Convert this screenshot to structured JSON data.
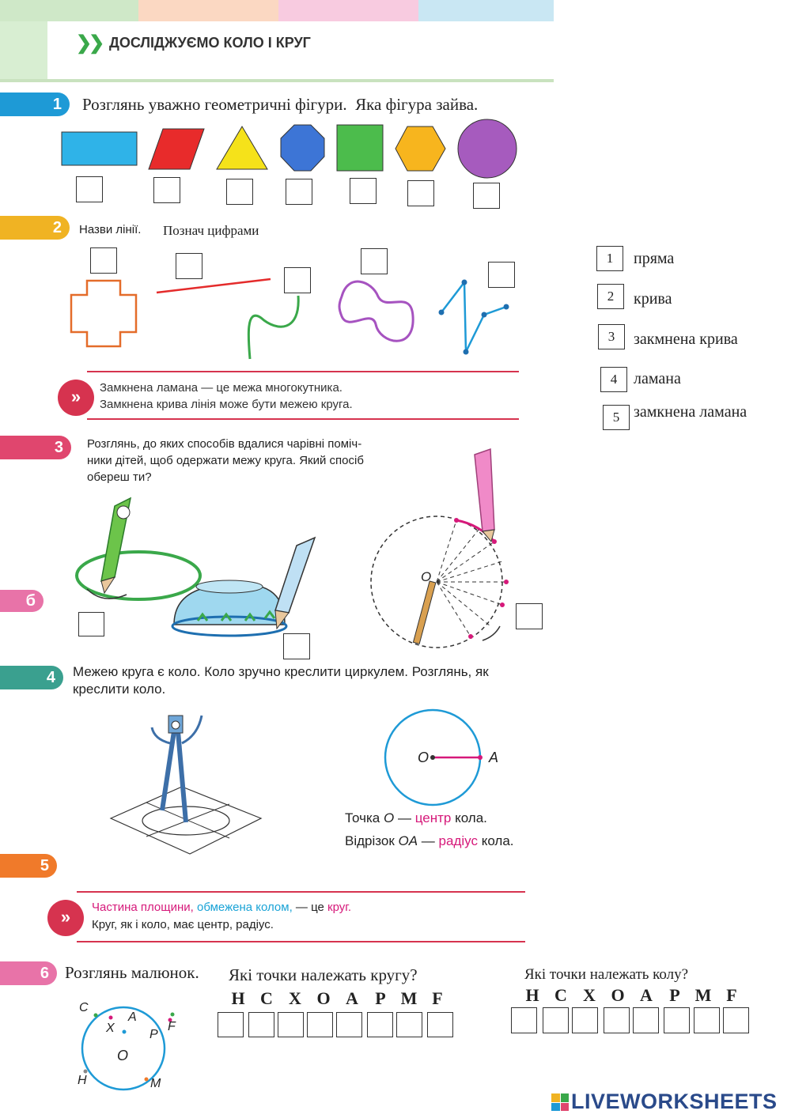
{
  "header": {
    "title": "ДОСЛІДЖУЄМО КОЛО І КРУГ"
  },
  "task1": {
    "number": "1",
    "prompt": "Розглянь уважно геометричні фігури.",
    "question": "Яка фігура зайва."
  },
  "task2": {
    "number": "2",
    "prompt": "Назви лінії.",
    "instruction": "Познач цифрами"
  },
  "legend": [
    {
      "num": "1",
      "label": "пряма"
    },
    {
      "num": "2",
      "label": "крива"
    },
    {
      "num": "3",
      "label": "закмнена крива"
    },
    {
      "num": "4",
      "label": "ламана"
    },
    {
      "num": "5",
      "label": "замкнена ламана"
    }
  ],
  "rule1": {
    "line1": "Замкнена ламана — це межа многокутника.",
    "line2": "Замкнена крива лінія може бути межею круга."
  },
  "task3": {
    "number": "3",
    "line1": "Розглянь, до яких способів вдалися чарівні поміч-",
    "line2": "ники дітей, щоб одержати межу круга. Який спосіб",
    "line3": "обереш ти?",
    "center_label": "O"
  },
  "tab_b": "б",
  "task4": {
    "number": "4",
    "line1": "Межею круга є коло. Коло зручно креслити циркулем. Розглянь, як",
    "line2": "креслити коло.",
    "point_o": "O",
    "point_a": "A",
    "def1_pre": "Точка",
    "def1_o": "O",
    "def1_dash": "—",
    "def1_term": "центр",
    "def1_post": "кола.",
    "def2_pre": "Відрізок",
    "def2_oa": "OA",
    "def2_dash": "—",
    "def2_term": "радіус",
    "def2_post": "кола."
  },
  "task5": {
    "number": "5"
  },
  "rule2": {
    "part1": "Частина площини,",
    "part2": "обмежена колом,",
    "part3": "— це",
    "part4": "круг.",
    "line2": "Круг, як і коло, має центр, радіус."
  },
  "task6": {
    "number": "6",
    "prompt": "Розглянь малюнок.",
    "q1": "Які точки належать кругу?",
    "q2": "Які точки належать колу?",
    "letters": [
      "Н",
      "С",
      "Х",
      "О",
      "А",
      "Р",
      "М",
      "F"
    ],
    "points": [
      "C",
      "A",
      "X",
      "P",
      "F",
      "O",
      "H",
      "M"
    ]
  },
  "watermark": "LIVEWORKSHEETS",
  "colors": {
    "accent_red": "#d6334f",
    "tab_blue": "#1e9ad6",
    "tab_yellow": "#f0b323",
    "tab_pink": "#e0466e",
    "tab_teal": "#3aa08f",
    "tab_orange": "#f07a2a"
  }
}
